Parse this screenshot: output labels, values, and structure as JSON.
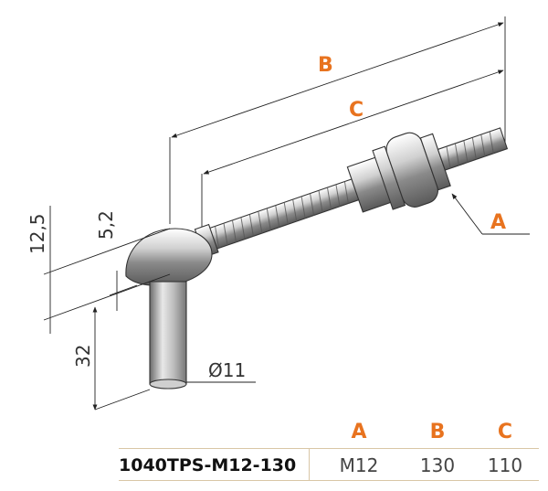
{
  "labels": {
    "A": "A",
    "B": "B",
    "C": "C",
    "dim_12_5": "12,5",
    "dim_5_2": "5,2",
    "dim_32": "32",
    "dim_diameter": "Ø11"
  },
  "table": {
    "headers": [
      "A",
      "B",
      "C"
    ],
    "row": {
      "reference": "1040TPS-M12-130",
      "values": [
        "M12",
        "130",
        "110"
      ]
    }
  },
  "colors": {
    "accent": "#e8731f",
    "line": "#222222",
    "divider": "#d9c6a6"
  }
}
